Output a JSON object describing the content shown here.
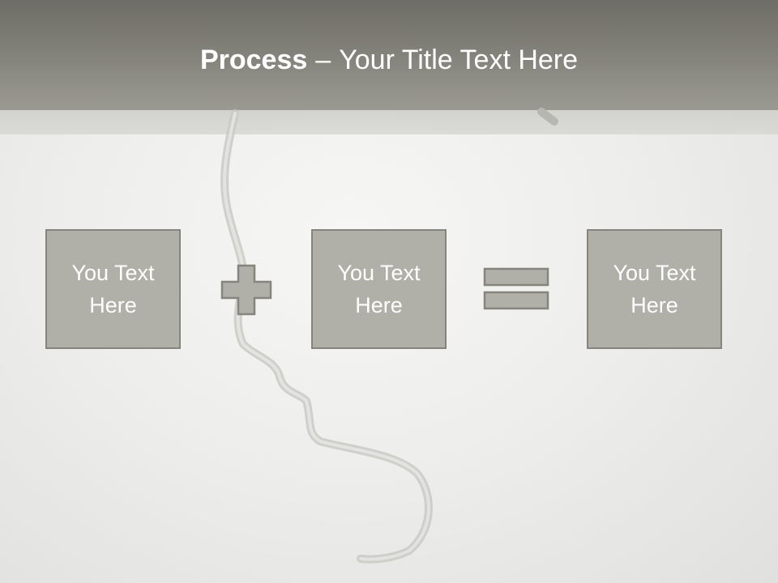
{
  "title": {
    "bold": "Process",
    "separator": "–",
    "rest": "Your Title Text Here"
  },
  "boxes": [
    {
      "text": "You Text Here"
    },
    {
      "text": "You Text Here"
    },
    {
      "text": "You Text Here"
    }
  ],
  "operators": [
    "plus-icon",
    "equals-icon"
  ],
  "colors": {
    "title_bar": "#86857d",
    "box_fill": "#b0b0a8",
    "box_border": "#85847d",
    "text": "#ffffff"
  }
}
